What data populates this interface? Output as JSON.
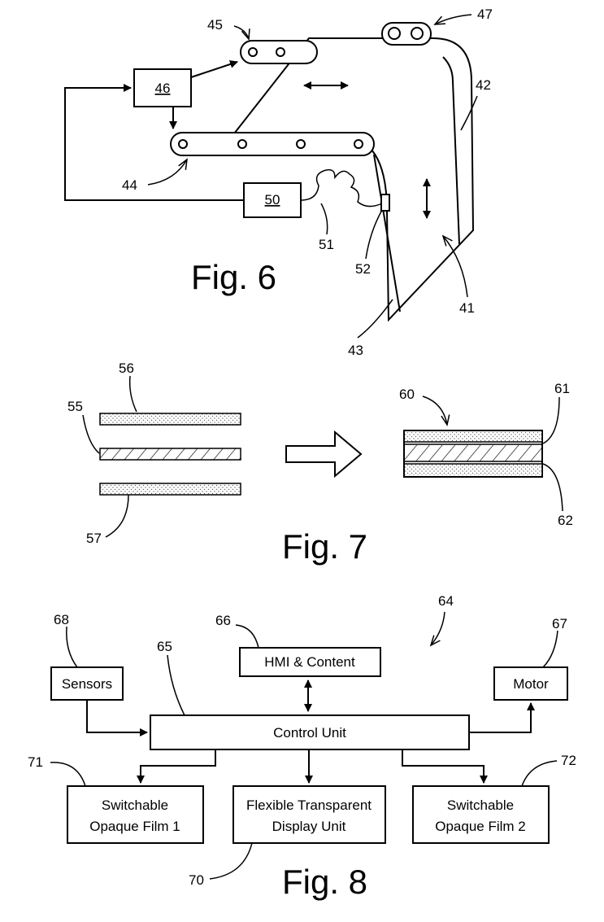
{
  "fig6": {
    "title": "Fig. 6",
    "refs": {
      "r41": "41",
      "r42": "42",
      "r43": "43",
      "r44": "44",
      "r45": "45",
      "r46": "46",
      "r47": "47",
      "r50": "50",
      "r51": "51",
      "r52": "52"
    }
  },
  "fig7": {
    "title": "Fig. 7",
    "refs": {
      "r55": "55",
      "r56": "56",
      "r57": "57",
      "r60": "60",
      "r61": "61",
      "r62": "62"
    }
  },
  "fig8": {
    "title": "Fig. 8",
    "refs": {
      "r64": "64",
      "r65": "65",
      "r66": "66",
      "r67": "67",
      "r68": "68",
      "r70": "70",
      "r71": "71",
      "r72": "72"
    },
    "blocks": {
      "sensors": "Sensors",
      "hmi": "HMI & Content",
      "motor": "Motor",
      "control": "Control Unit",
      "film1_l1": "Switchable",
      "film1_l2": "Opaque Film 1",
      "display_l1": "Flexible Transparent",
      "display_l2": "Display Unit",
      "film2_l1": "Switchable",
      "film2_l2": "Opaque Film 2"
    }
  }
}
